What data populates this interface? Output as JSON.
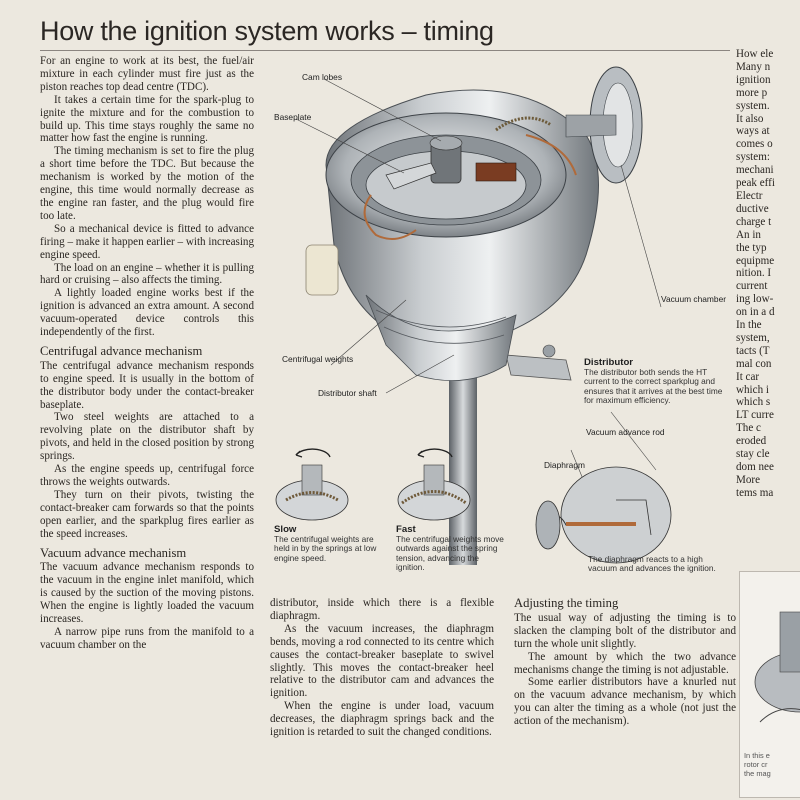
{
  "title": "How the ignition system works – timing",
  "col1": {
    "p1": "For an engine to work at its best, the fuel/air mixture in each cylinder must fire just as the piston reaches top dead centre (TDC).",
    "p2": "It takes a certain time for the spark-plug to ignite the mixture and for the combustion to build up. This time stays roughly the same no matter how fast the engine is running.",
    "p3": "The timing mechanism is set to fire the plug a short time before the TDC. But because the mechanism is worked by the motion of the engine, this time would normally decrease as the engine ran faster, and the plug would fire too late.",
    "p4": "So a mechanical device is fitted to advance firing – make it happen earlier – with increasing engine speed.",
    "p5": "The load on an engine – whether it is pulling hard or cruising – also affects the timing.",
    "p6": "A lightly loaded engine works best if the ignition is advanced an extra amount. A second vacuum-operated device controls this independently of the first.",
    "h1": "Centrifugal advance mechanism",
    "p7": "The centrifugal advance mechanism responds to engine speed. It is usually in the bottom of the distributor body under the contact-breaker baseplate.",
    "p8": "Two steel weights are attached to a revolving plate on the distributor shaft by pivots, and held in the closed position by strong springs.",
    "p9": "As the engine speeds up, centrifugal force throws the weights outwards.",
    "p10": "They turn on their pivots, twisting the contact-breaker cam forwards so that the points open earlier, and the sparkplug fires earlier as the speed increases.",
    "h2": "Vacuum advance mechanism",
    "p11": "The vacuum advance mechanism responds to the vacuum in the engine inlet manifold, which is caused by the suction of the moving pistons. When the engine is lightly loaded the vacuum increases.",
    "p12": "A narrow pipe runs from the manifold to a vacuum chamber on the"
  },
  "col2": {
    "p1": "distributor, inside which there is a flexible diaphragm.",
    "p2": "As the vacuum increases, the diaphragm bends, moving a rod connected to its centre which causes the contact-breaker baseplate to swivel slightly. This moves the contact-breaker heel relative to the distributor cam and advances the ignition.",
    "p3": "When the engine is under load, vacuum decreases, the diaphragm springs back and the ignition is retarded to suit the changed conditions."
  },
  "col3": {
    "h1": "Adjusting the timing",
    "p1": "The usual way of adjusting the timing is to slacken the clamping bolt of the distributor and turn the whole unit slightly.",
    "p2": "The amount by which the two advance mechanisms change the timing is not adjustable.",
    "p3": "Some earlier distributors have a knurled nut on the vacuum advance mechanism, by which you can alter the timing as a whole (not just the action of the mechanism)."
  },
  "labels": {
    "cam_lobes": "Cam lobes",
    "baseplate": "Baseplate",
    "vacuum_chamber": "Vacuum chamber",
    "centrifugal_weights": "Centrifugal weights",
    "distributor_shaft": "Distributor shaft",
    "vacuum_advance_rod": "Vacuum advance rod",
    "diaphragm": "Diaphragm"
  },
  "captions": {
    "distributor_title": "Distributor",
    "distributor_text": "The distributor both sends the HT current to the correct sparkplug and ensures that it arrives at the best time for maximum efficiency.",
    "slow_title": "Slow",
    "slow_text": "The centrifugal weights are held in by the springs at low engine speed.",
    "fast_title": "Fast",
    "fast_text": "The centrifugal weights move outwards against the spring tension, advancing the ignition.",
    "diaphragm_text": "The diaphragm reacts to a high vacuum and advances the ignition."
  },
  "right_column": {
    "lines": [
      "How ele",
      "Many n",
      "ignition",
      "more p",
      "system.",
      "It also",
      "ways at",
      "comes o",
      "system:",
      "mechani",
      "peak effi",
      "Electr",
      "ductive",
      "charge t",
      "An in",
      "the typ",
      "equipme",
      "nition. I",
      "current",
      "ing low-",
      "on in a d",
      "In the",
      "system,",
      "tacts (T",
      "mal con",
      "It car",
      "which i",
      "which s",
      "LT curre",
      "The c",
      "eroded",
      "stay cle",
      "dom nee",
      "More",
      "tems ma"
    ],
    "box_caption_1": "In this e",
    "box_caption_2": "rotor cr",
    "box_caption_3": "the mag"
  },
  "colors": {
    "page": "#ece8df",
    "text": "#2a2622",
    "metal_light": "#d8dadb",
    "metal_dark": "#6f757a",
    "copper": "#b06a3a"
  }
}
